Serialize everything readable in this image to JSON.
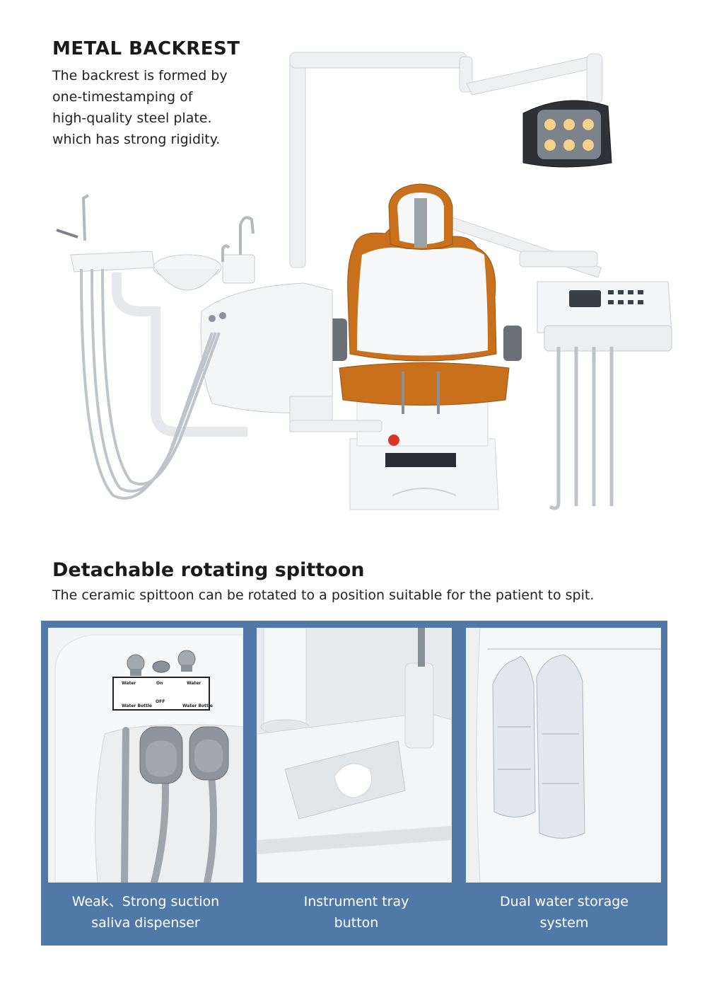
{
  "hero": {
    "title": "METAL BACKREST",
    "desc_lines": [
      "The backrest is formed by",
      "one-timestamping of",
      "high-quality steel plate.",
      "which has strong rigidity."
    ]
  },
  "section": {
    "title": "Detachable rotating spittoon",
    "desc": "The ceramic spittoon can be rotated to a position suitable for the patient to spit."
  },
  "cards": [
    {
      "caption_lines": [
        "Weak、Strong suction",
        "saliva dispenser"
      ],
      "label_water_left": "Water",
      "label_on": "On",
      "label_water_right": "Water",
      "label_bottle_left": "Water Bottle",
      "label_off": "OFF",
      "label_bottle_right": "Water Bottle"
    },
    {
      "caption_lines": [
        "Instrument tray",
        "button"
      ]
    },
    {
      "caption_lines": [
        "Dual water storage",
        "system"
      ]
    }
  ],
  "colors": {
    "panel": "#5079a8",
    "upholstery": "#c8701c",
    "white_body": "#f4f5f6"
  },
  "icons": [
    "dental-chair-illustration",
    "suction-valve-photo",
    "tray-button-photo",
    "water-bottle-photo"
  ]
}
